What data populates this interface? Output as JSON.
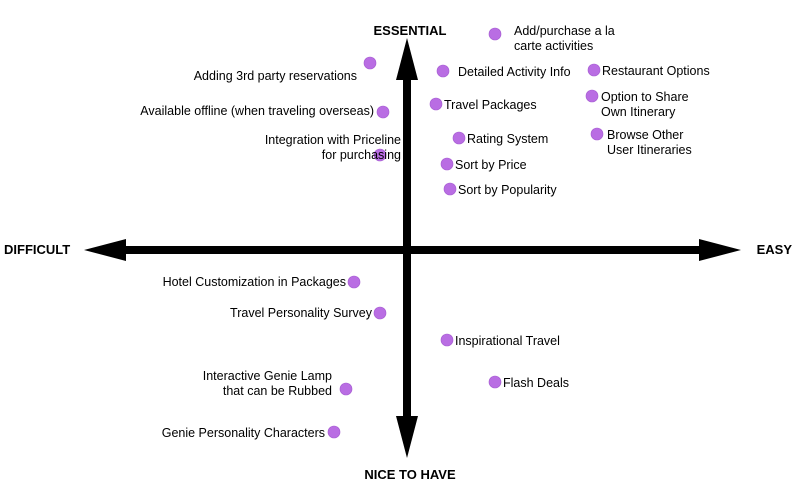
{
  "axes": {
    "top": "ESSENTIAL",
    "bottom": "NICE TO HAVE",
    "left": "DIFFICULT",
    "right": "EASY"
  },
  "items": [
    {
      "id": "add-purchase-a-la-carte",
      "lines": [
        "Add/purchase a la",
        "carte activities"
      ]
    },
    {
      "id": "adding-3rd-party-reservations",
      "lines": [
        "Adding 3rd party reservations"
      ]
    },
    {
      "id": "detailed-activity-info",
      "lines": [
        "Detailed Activity Info"
      ]
    },
    {
      "id": "restaurant-options",
      "lines": [
        "Restaurant Options"
      ]
    },
    {
      "id": "available-offline",
      "lines": [
        "Available offline (when traveling overseas)"
      ]
    },
    {
      "id": "travel-packages",
      "lines": [
        "Travel Packages"
      ]
    },
    {
      "id": "option-to-share-itinerary",
      "lines": [
        "Option to Share",
        "Own Itinerary"
      ]
    },
    {
      "id": "integration-with-priceline",
      "lines": [
        "Integration with Priceline",
        "for purchasing"
      ]
    },
    {
      "id": "rating-system",
      "lines": [
        "Rating System"
      ]
    },
    {
      "id": "browse-other-itineraries",
      "lines": [
        "Browse Other",
        "User Itineraries"
      ]
    },
    {
      "id": "sort-by-price",
      "lines": [
        "Sort by Price"
      ]
    },
    {
      "id": "sort-by-popularity",
      "lines": [
        "Sort by Popularity"
      ]
    },
    {
      "id": "hotel-customization",
      "lines": [
        "Hotel Customization in Packages"
      ]
    },
    {
      "id": "travel-personality-survey",
      "lines": [
        "Travel Personality Survey"
      ]
    },
    {
      "id": "inspirational-travel",
      "lines": [
        "Inspirational Travel"
      ]
    },
    {
      "id": "interactive-genie-lamp",
      "lines": [
        "Interactive Genie Lamp",
        "that can be Rubbed"
      ]
    },
    {
      "id": "flash-deals",
      "lines": [
        "Flash Deals"
      ]
    },
    {
      "id": "genie-personality-characters",
      "lines": [
        "Genie Personality Characters"
      ]
    }
  ],
  "colors": {
    "dot": "#b96de3",
    "axis": "#000000"
  }
}
